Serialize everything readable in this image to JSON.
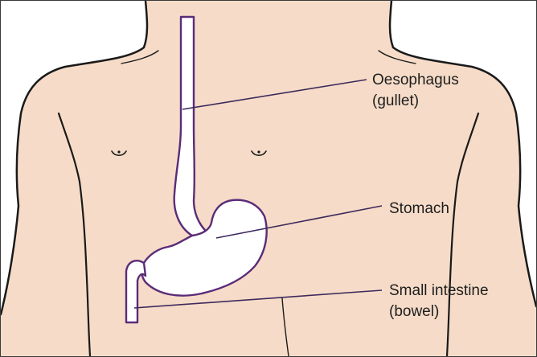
{
  "colors": {
    "skin": "#F6DCC8",
    "outline": "#1A1A1A",
    "organ_outline": "#5A2C78",
    "organ_fill": "#FFFFFF",
    "leader_line": "#3E2A5C",
    "frame": "#3A3A3A"
  },
  "labels": {
    "oesophagus": {
      "line1": "Oesophagus",
      "line2": "(gullet)"
    },
    "stomach": {
      "line1": "Stomach"
    },
    "small_intestine": {
      "line1": "Small intestine",
      "line2": "(bowel)"
    }
  }
}
